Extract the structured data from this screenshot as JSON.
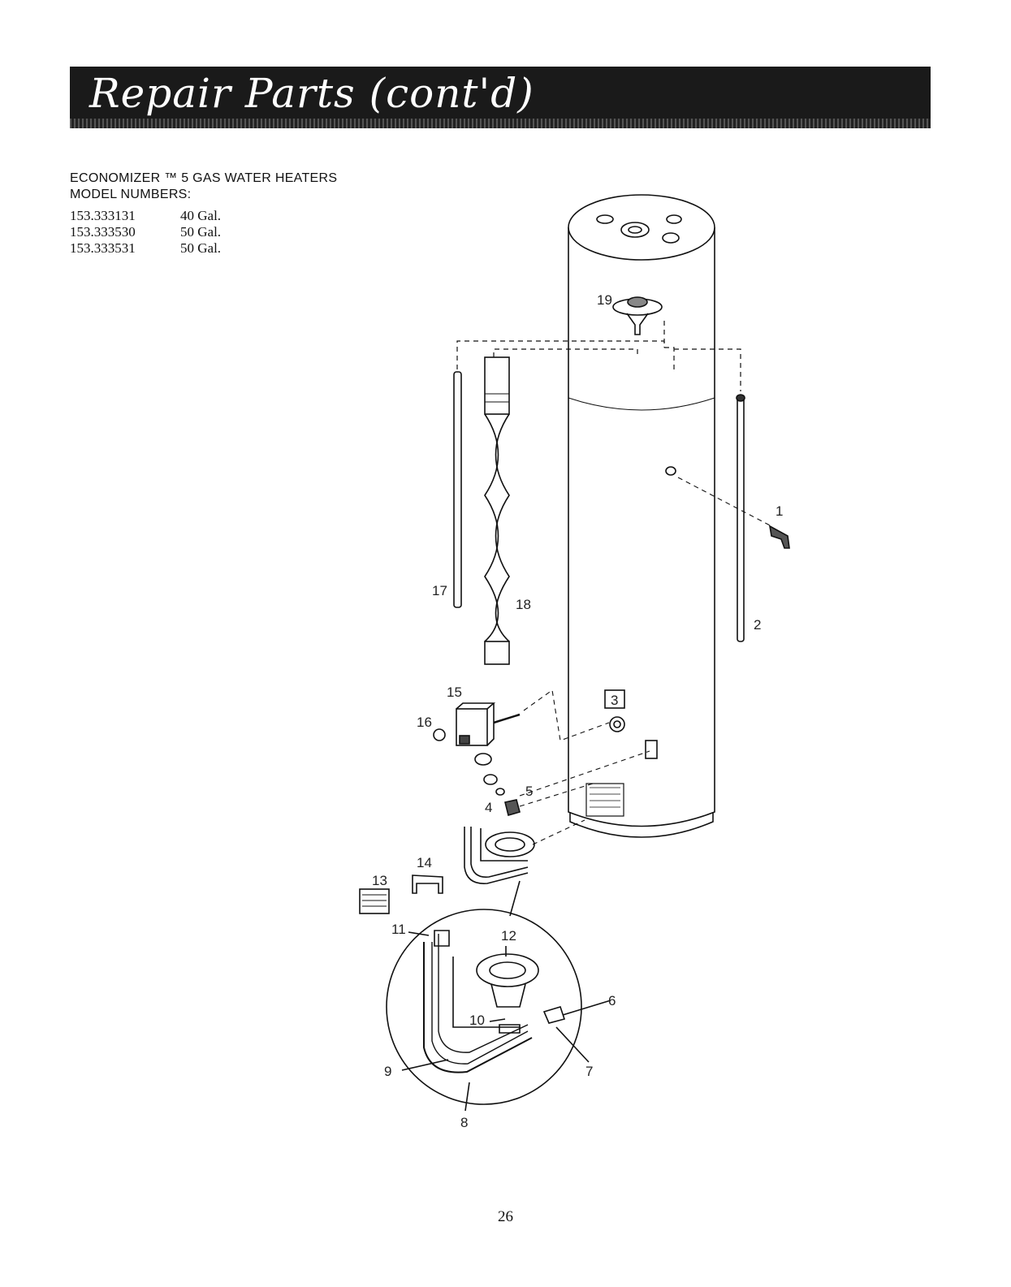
{
  "header": {
    "title": "Repair Parts (cont'd)"
  },
  "models": {
    "heading_line1": "ECONOMIZER ™ 5 GAS WATER HEATERS",
    "heading_line2": "MODEL NUMBERS:",
    "rows": [
      {
        "number": "153.333131",
        "capacity": "40 Gal."
      },
      {
        "number": "153.333530",
        "capacity": "50 Gal."
      },
      {
        "number": "153.333531",
        "capacity": "50 Gal."
      }
    ]
  },
  "callouts": [
    "1",
    "2",
    "3",
    "4",
    "5",
    "6",
    "7",
    "8",
    "9",
    "10",
    "11",
    "12",
    "13",
    "14",
    "15",
    "16",
    "17",
    "18",
    "19"
  ],
  "page_number": "26"
}
